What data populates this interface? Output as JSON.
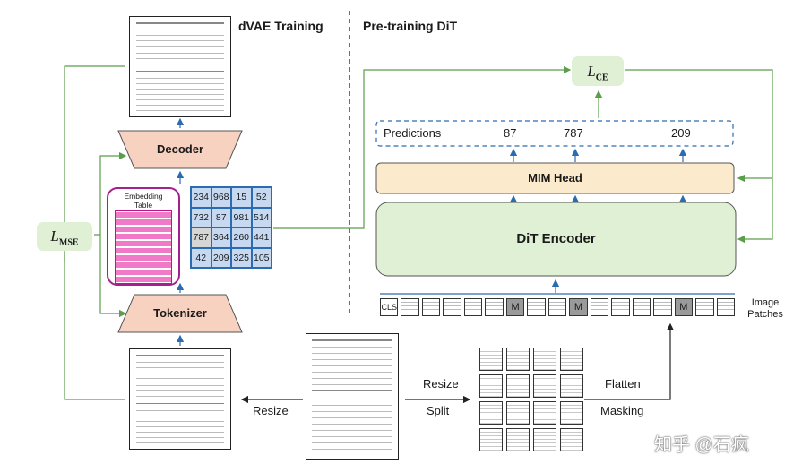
{
  "titles": {
    "dvae": "dVAE Training",
    "pretrain": "Pre-training DiT"
  },
  "blocks": {
    "decoder": "Decoder",
    "tokenizer": "Tokenizer",
    "embedding_table": "Embedding Table",
    "mim_head": "MIM Head",
    "dit_encoder": "DiT Encoder",
    "lmse": "L",
    "lmse_sub": "MSE",
    "lce": "L",
    "lce_sub": "CE"
  },
  "token_grid": {
    "rows": [
      [
        "234",
        "968",
        "15",
        "52"
      ],
      [
        "732",
        "87",
        "981",
        "514"
      ],
      [
        "787",
        "364",
        "260",
        "441"
      ],
      [
        "42",
        "209",
        "325",
        "105"
      ]
    ]
  },
  "predictions": {
    "label": "Predictions",
    "values": [
      "87",
      "787",
      "209"
    ]
  },
  "patches": {
    "cls": "CLS",
    "mask": "M",
    "label_line1": "Image",
    "label_line2": "Patches"
  },
  "ops": {
    "resize_left": "Resize",
    "resize": "Resize",
    "split": "Split",
    "flatten": "Flatten",
    "masking": "Masking"
  },
  "watermark": "知乎 @石疯",
  "colors": {
    "green_line": "#5a9e4a",
    "blue_line": "#2b6cb0",
    "trap_fill": "#f8d2c0",
    "green_fill": "#dff0d4",
    "yellow_fill": "#fbeacb",
    "grid_fill": "#c6d9f1",
    "grid_gray": "#d6d6d6",
    "magenta": "#c2128b"
  }
}
